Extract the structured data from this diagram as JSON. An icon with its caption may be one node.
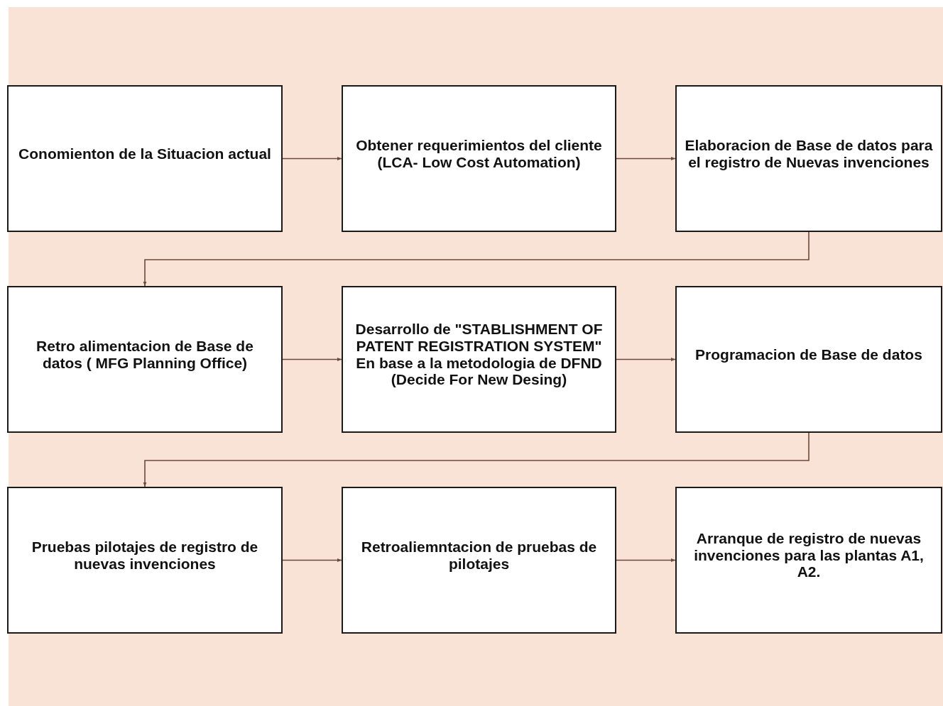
{
  "diagram": {
    "nodes": [
      {
        "text": [
          "Conomienton de la Situacion actual"
        ]
      },
      {
        "text": [
          "Obtener requerimientos del cliente (LCA- Low Cost Automation)"
        ]
      },
      {
        "text": [
          "Elaboracion de Base de datos para el registro de Nuevas invenciones"
        ]
      },
      {
        "text": [
          "Retro alimentacion de Base de datos ( MFG Planning Office)"
        ]
      },
      {
        "text": [
          "Desarrollo de \"STABLISHMENT OF PATENT REGISTRATION SYSTEM\" En base a la metodologia de DFND (Decide For New Desing)"
        ]
      },
      {
        "text": [
          "Programacion de Base de datos"
        ]
      },
      {
        "text": [
          "Pruebas pilotajes de registro de nuevas invenciones"
        ]
      },
      {
        "text": [
          "Retroaliemntacion de pruebas de pilotajes"
        ]
      },
      {
        "text": [
          "Arranque de registro de nuevas invenciones para las plantas A1, A2."
        ]
      }
    ],
    "edges": [
      {
        "from": 0,
        "to": 1,
        "arrow": "to"
      },
      {
        "from": 1,
        "to": 2,
        "arrow": "to"
      },
      {
        "from": 2,
        "to": 3,
        "arrow": "to"
      },
      {
        "from": 3,
        "to": 4,
        "arrow": "to"
      },
      {
        "from": 4,
        "to": 5,
        "arrow": "to"
      },
      {
        "from": 5,
        "to": 6,
        "arrow": "to"
      },
      {
        "from": 6,
        "to": 7,
        "arrow": "to"
      },
      {
        "from": 7,
        "to": 8,
        "arrow": "to"
      }
    ]
  }
}
